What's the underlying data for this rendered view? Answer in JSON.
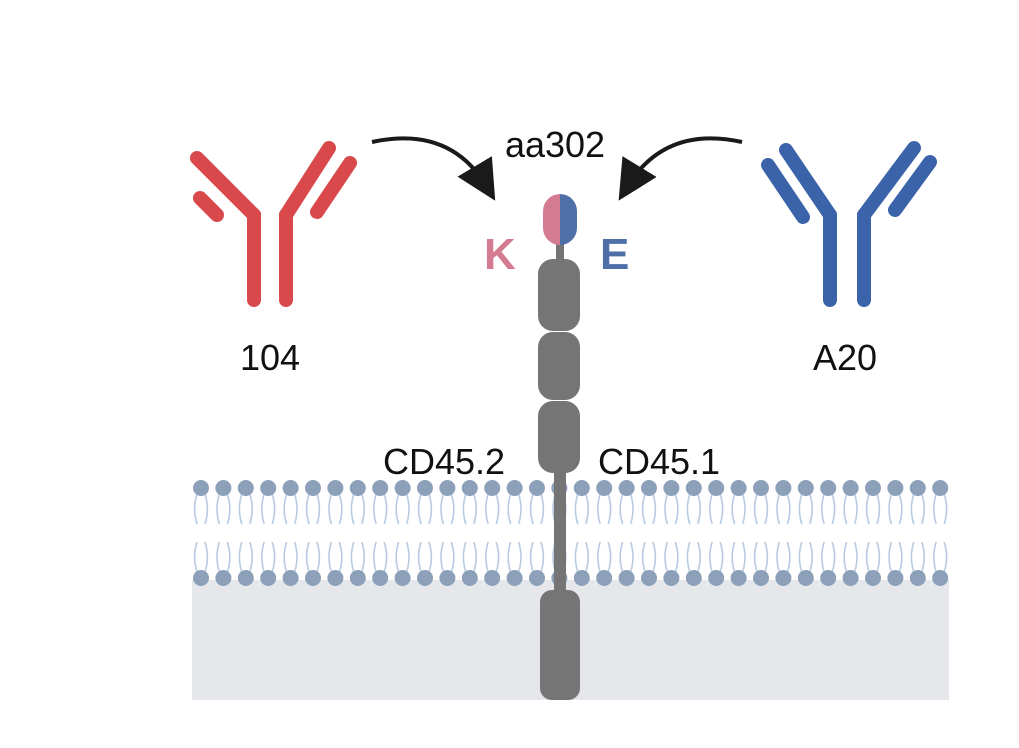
{
  "labels": {
    "residue": "aa302",
    "left_antibody": "104",
    "right_antibody": "A20",
    "left_allele": "CD45.2",
    "right_allele": "CD45.1",
    "residue_left": "K",
    "residue_right": "E"
  },
  "colors": {
    "left_antibody": "#d9494b",
    "right_antibody": "#3a63a9",
    "residue_left": "#d57b91",
    "residue_right": "#4e6fa8",
    "protein": "#757575",
    "lipid_head": "#8da0ba",
    "lipid_tail": "#b8cbe2",
    "cytoplasm": "#e6e7ea",
    "arrow": "#1a1a1a"
  },
  "icons": [
    "antibody-icon",
    "curved-arrow-icon",
    "cd45-protein-icon",
    "lipid-bilayer-icon"
  ]
}
